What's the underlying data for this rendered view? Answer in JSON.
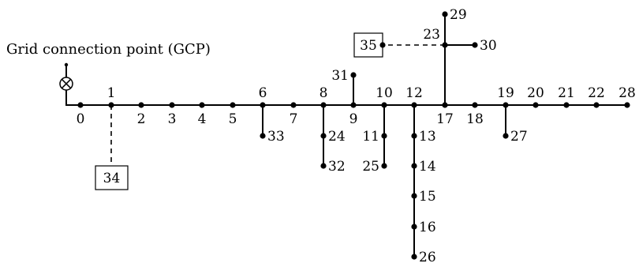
{
  "title": "Grid connection point (GCP)",
  "feeder_bus_labels": [
    "0",
    "1",
    "2",
    "3",
    "4",
    "5",
    "6",
    "7",
    "8",
    "9",
    "10",
    "12",
    "17",
    "18",
    "19",
    "20",
    "21",
    "22",
    "28"
  ],
  "branch_bus_labels": [
    "11",
    "13",
    "14",
    "15",
    "16",
    "23",
    "24",
    "25",
    "26",
    "27",
    "29",
    "30",
    "31",
    "32",
    "33"
  ],
  "boxed_nodes": [
    "34",
    "35"
  ],
  "connections": [
    [
      "0",
      "1"
    ],
    [
      "1",
      "2"
    ],
    [
      "2",
      "3"
    ],
    [
      "3",
      "4"
    ],
    [
      "4",
      "5"
    ],
    [
      "5",
      "6"
    ],
    [
      "6",
      "7"
    ],
    [
      "7",
      "8"
    ],
    [
      "8",
      "9"
    ],
    [
      "9",
      "10"
    ],
    [
      "10",
      "12"
    ],
    [
      "12",
      "17"
    ],
    [
      "17",
      "18"
    ],
    [
      "18",
      "19"
    ],
    [
      "19",
      "20"
    ],
    [
      "20",
      "21"
    ],
    [
      "21",
      "22"
    ],
    [
      "22",
      "28"
    ],
    [
      "6",
      "33"
    ],
    [
      "8",
      "24"
    ],
    [
      "24",
      "32"
    ],
    [
      "9",
      "31"
    ],
    [
      "10",
      "11"
    ],
    [
      "11",
      "25"
    ],
    [
      "12",
      "13"
    ],
    [
      "13",
      "14"
    ],
    [
      "14",
      "15"
    ],
    [
      "15",
      "16"
    ],
    [
      "16",
      "26"
    ],
    [
      "17",
      "23"
    ],
    [
      "23",
      "29"
    ],
    [
      "23",
      "30"
    ],
    [
      "19",
      "27"
    ]
  ],
  "dashed_connections": [
    [
      "1",
      "34"
    ],
    [
      "23",
      "35"
    ]
  ],
  "icons": {
    "gcp": "transformer-cross-icon"
  },
  "colors": {
    "line": "#000000",
    "background": "#ffffff"
  }
}
